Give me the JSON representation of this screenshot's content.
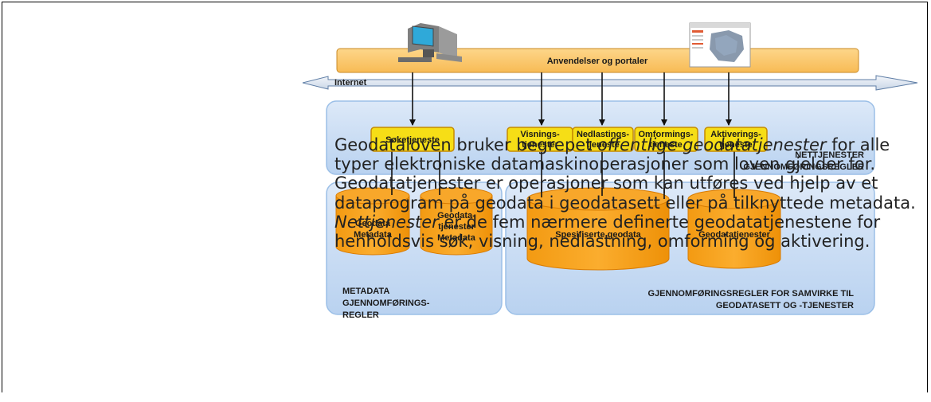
{
  "colors": {
    "orange": "#f7a21a",
    "orange_dark": "#d97b00",
    "yellow": "#f6de16",
    "portal_bar": "#fcc96d",
    "panel_blue": "#c9ddf6",
    "panel_border": "#9bbfe7",
    "arrow_fill": "#dfe8f3"
  },
  "diagram": {
    "portal_bar": "Anvendelser og portaler",
    "internet": "Internet",
    "services": [
      {
        "lines": [
          "Søketjeneste"
        ]
      },
      {
        "lines": [
          "Visnings-",
          "tjenester"
        ]
      },
      {
        "lines": [
          "Nedlastings-",
          "tjeneste"
        ]
      },
      {
        "lines": [
          "Omformings-",
          "tjeneste"
        ]
      },
      {
        "lines": [
          "Aktiverings-",
          "tjeneste"
        ]
      }
    ],
    "nettjenester_label": [
      "NETTJENESTER",
      "GJENNOMFØRINGSREGLER"
    ],
    "metadata_label": [
      "METADATA",
      "GJENNOMFØRINGS-",
      "REGLER"
    ],
    "samvirke_label": [
      "GJENNOMFØRINGSREGLER FOR SAMVIRKE TIL",
      "GEODATASETT OG -TJENESTER"
    ],
    "databases": [
      {
        "lines": [
          "Geodata",
          "Metadata"
        ]
      },
      {
        "lines": [
          "Geodata-",
          "tjenester",
          "Metadata"
        ]
      },
      {
        "lines": [
          "Spesifiserte geodata"
        ]
      },
      {
        "lines": [
          "Geodatatjenester"
        ]
      }
    ],
    "icons": [
      "computer-icon",
      "map-window-icon"
    ]
  },
  "text": {
    "p1": "Geodataloven bruker begrepet ",
    "p1_em": "offentlige geodatatjenester",
    "p2": " for alle typer elektroniske datamaskinoperasjoner som loven gjelder for. Geodatatjenester er operasjoner som kan utføres ved hjelp av et dataprogram på geodata i geodatasett eller på tilknyttede metadata. ",
    "p2_em": "Nettjenester",
    "p3": " er de fem nærmere definerte geodatatjenestene for henholdsvis søk, visning, nedlastning, omforming og aktivering."
  }
}
